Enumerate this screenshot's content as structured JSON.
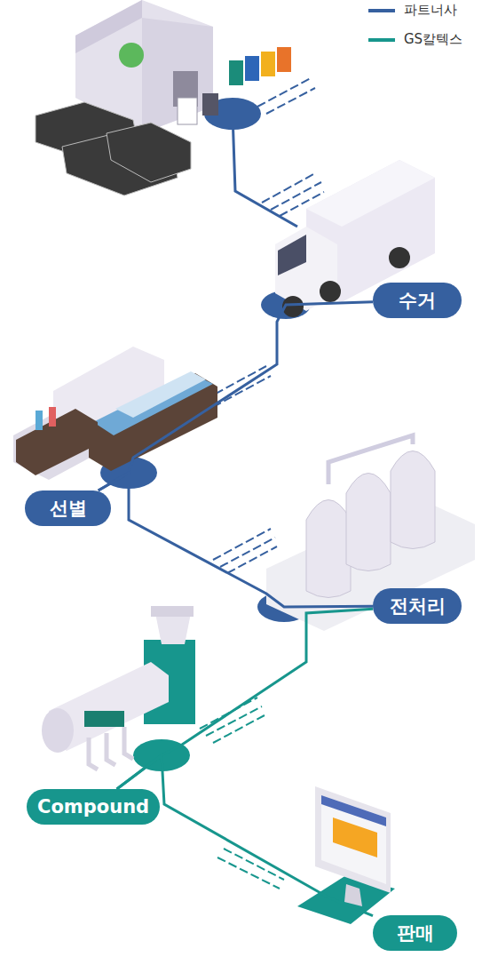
{
  "diagram": {
    "nodes": [
      {
        "text": [
          "수거"
        ]
      },
      {
        "text": [
          "선별"
        ]
      },
      {
        "text": [
          "전처리"
        ]
      },
      {
        "text": [
          "Compound"
        ]
      },
      {
        "text": [
          "판매"
        ]
      }
    ],
    "edges": [
      {
        "from": 0,
        "to": 1,
        "arrow": "none"
      },
      {
        "from": 1,
        "to": 2,
        "arrow": "none"
      },
      {
        "from": 2,
        "to": 3,
        "arrow": "none"
      },
      {
        "from": 3,
        "to": 4,
        "arrow": "none"
      }
    ],
    "legend": [
      {
        "text": "파트너사"
      },
      {
        "text": "GS칼텍스"
      }
    ]
  }
}
